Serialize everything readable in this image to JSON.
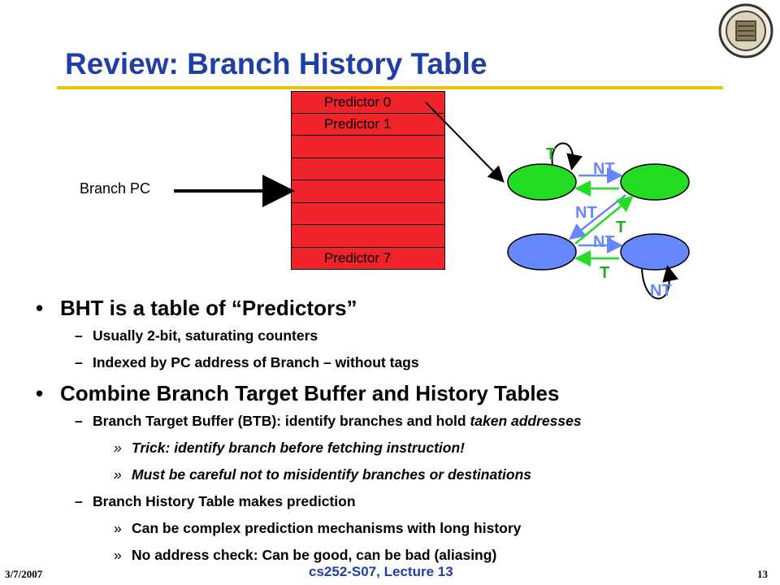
{
  "title": "Review: Branch History Table",
  "logo": {
    "icon": "university-seal-icon"
  },
  "table": {
    "rows": [
      "Predictor 0",
      "Predictor 1",
      "",
      "",
      "",
      "",
      "",
      "Predictor 7"
    ]
  },
  "branch_pc_label": "Branch PC",
  "fsm": {
    "labels": {
      "t_top": "T",
      "nt_top": "NT",
      "nt_mid": "NT",
      "t_mid": "T",
      "nt_low": "NT",
      "t_low": "T",
      "nt_self": "NT"
    },
    "colors": {
      "taken_state": "#22dd22",
      "not_taken_state": "#6688ff",
      "label": "#6688ff",
      "t_label": "#22aa22"
    }
  },
  "bullets": {
    "b1": "BHT is a table of “Predictors”",
    "b1_s1": "Usually 2-bit, saturating counters",
    "b1_s2": "Indexed by PC address of Branch – without tags",
    "b2": "Combine Branch Target Buffer and History Tables",
    "b2_s1_prefix": "Branch Target Buffer (BTB): identify branches and hold ",
    "b2_s1_italic": "taken addresses",
    "b2_s1_a": "Trick: identify branch before fetching instruction!",
    "b2_s1_b": "Must be careful not to misidentify branches or destinations",
    "b2_s2": "Branch History Table makes prediction",
    "b2_s2_a": "Can be complex prediction mechanisms with long history",
    "b2_s2_b": "No address check: Can be good, can be bad (aliasing)"
  },
  "footer": {
    "date": "3/7/2007",
    "course": "cs252-S07, Lecture 13",
    "page": "13"
  }
}
